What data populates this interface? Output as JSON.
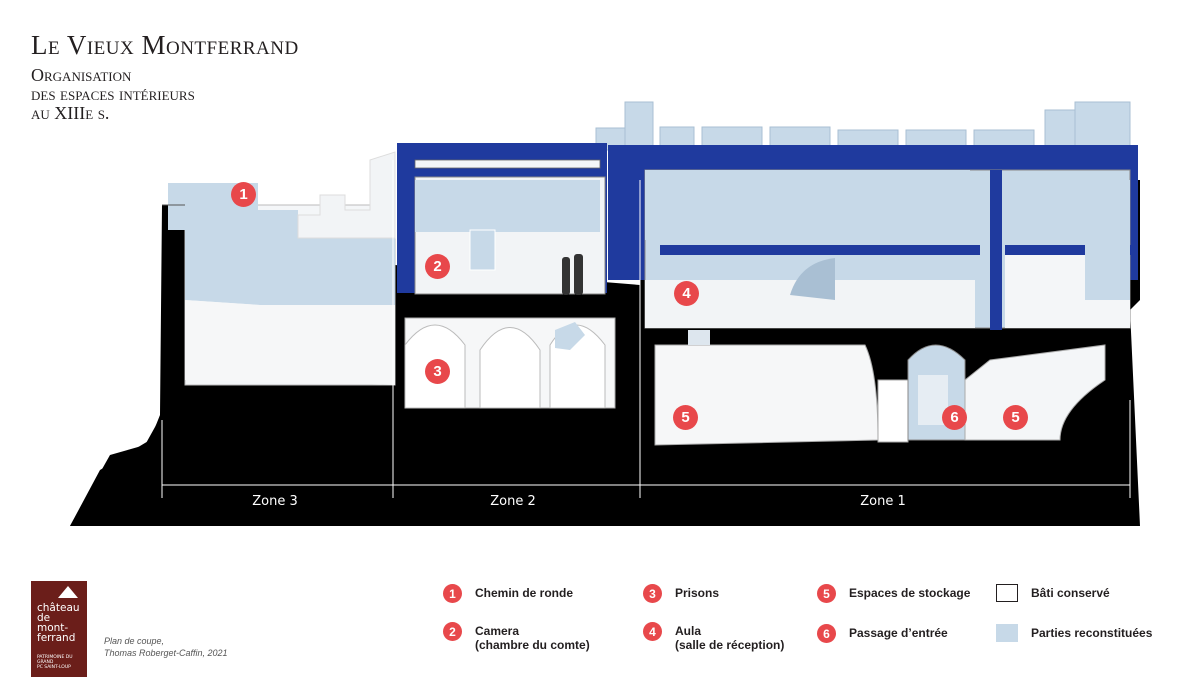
{
  "title": "Le Vieux Montferrand",
  "subtitle": {
    "line1": "Organisation",
    "line2": "des espaces intérieurs",
    "line3": "au XIIIe s."
  },
  "zones": [
    {
      "label": "Zone 3"
    },
    {
      "label": "Zone 2"
    },
    {
      "label": "Zone 1"
    }
  ],
  "markers": [
    "1",
    "2",
    "3",
    "4",
    "5",
    "5",
    "6"
  ],
  "legend": {
    "items": [
      {
        "num": "1",
        "line1": "Chemin de ronde",
        "line2": ""
      },
      {
        "num": "2",
        "line1": "Camera",
        "line2": "(chambre du comte)"
      },
      {
        "num": "3",
        "line1": "Prisons",
        "line2": ""
      },
      {
        "num": "4",
        "line1": "Aula",
        "line2": "(salle de réception)"
      },
      {
        "num": "5",
        "line1": "Espaces de stockage",
        "line2": ""
      },
      {
        "num": "6",
        "line1": "Passage d’entrée",
        "line2": ""
      }
    ],
    "swatches": [
      {
        "label": "Bâti conservé",
        "color": "#ffffff"
      },
      {
        "label": "Parties reconstituées",
        "color": "#c7d9e8"
      }
    ]
  },
  "logo": {
    "line1": "château",
    "line2": "de",
    "line3": "mont-",
    "line4": "ferrand",
    "small1": "PATRIMOINE DU GRAND",
    "small2": "PC SAINT-LOUP"
  },
  "credit": {
    "line1": "Plan de coupe,",
    "line2": "Thomas Roberget-Caffin, 2021"
  },
  "colors": {
    "accent": "#e8484b",
    "reconstructed": "#c7d9e8",
    "structure_blue": "#1f3a9e",
    "ground": "#000000",
    "logo_bg": "#6b1e1a"
  }
}
